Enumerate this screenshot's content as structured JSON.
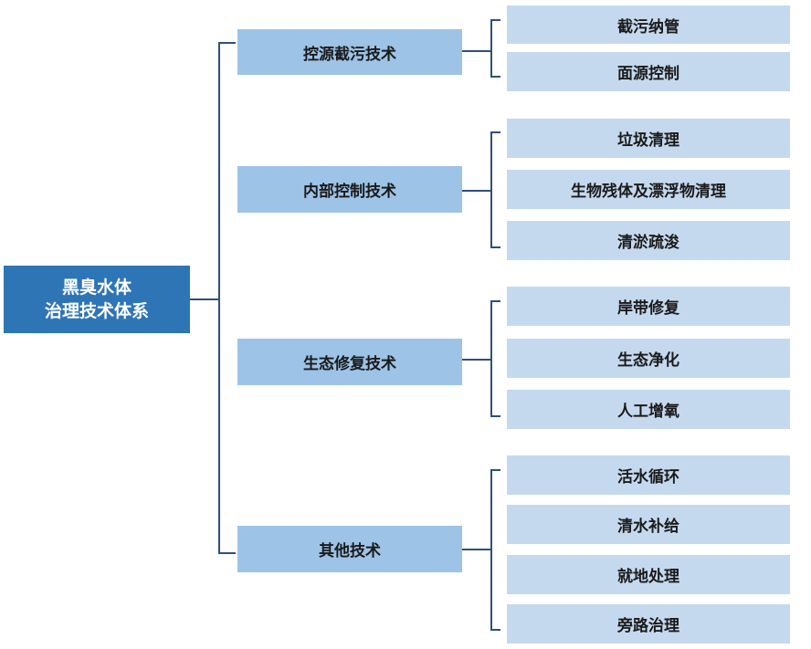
{
  "root": {
    "line1": "黑臭水体",
    "line2": "治理技术体系"
  },
  "categories": [
    {
      "label": "控源截污技术",
      "items": [
        "截污纳管",
        "面源控制"
      ]
    },
    {
      "label": "内部控制技术",
      "items": [
        "垃圾清理",
        "生物残体及漂浮物清理",
        "清淤疏浚"
      ]
    },
    {
      "label": "生态修复技术",
      "items": [
        "岸带修复",
        "生态净化",
        "人工增氧"
      ]
    },
    {
      "label": "其他技术",
      "items": [
        "活水循环",
        "清水补给",
        "就地处理",
        "旁路治理"
      ]
    }
  ],
  "colors": {
    "root_fill": "#2e75b6",
    "category_fill": "#9dc3e6",
    "leaf_fill": "#c5d9ee",
    "connector": "#2f4f7a"
  }
}
